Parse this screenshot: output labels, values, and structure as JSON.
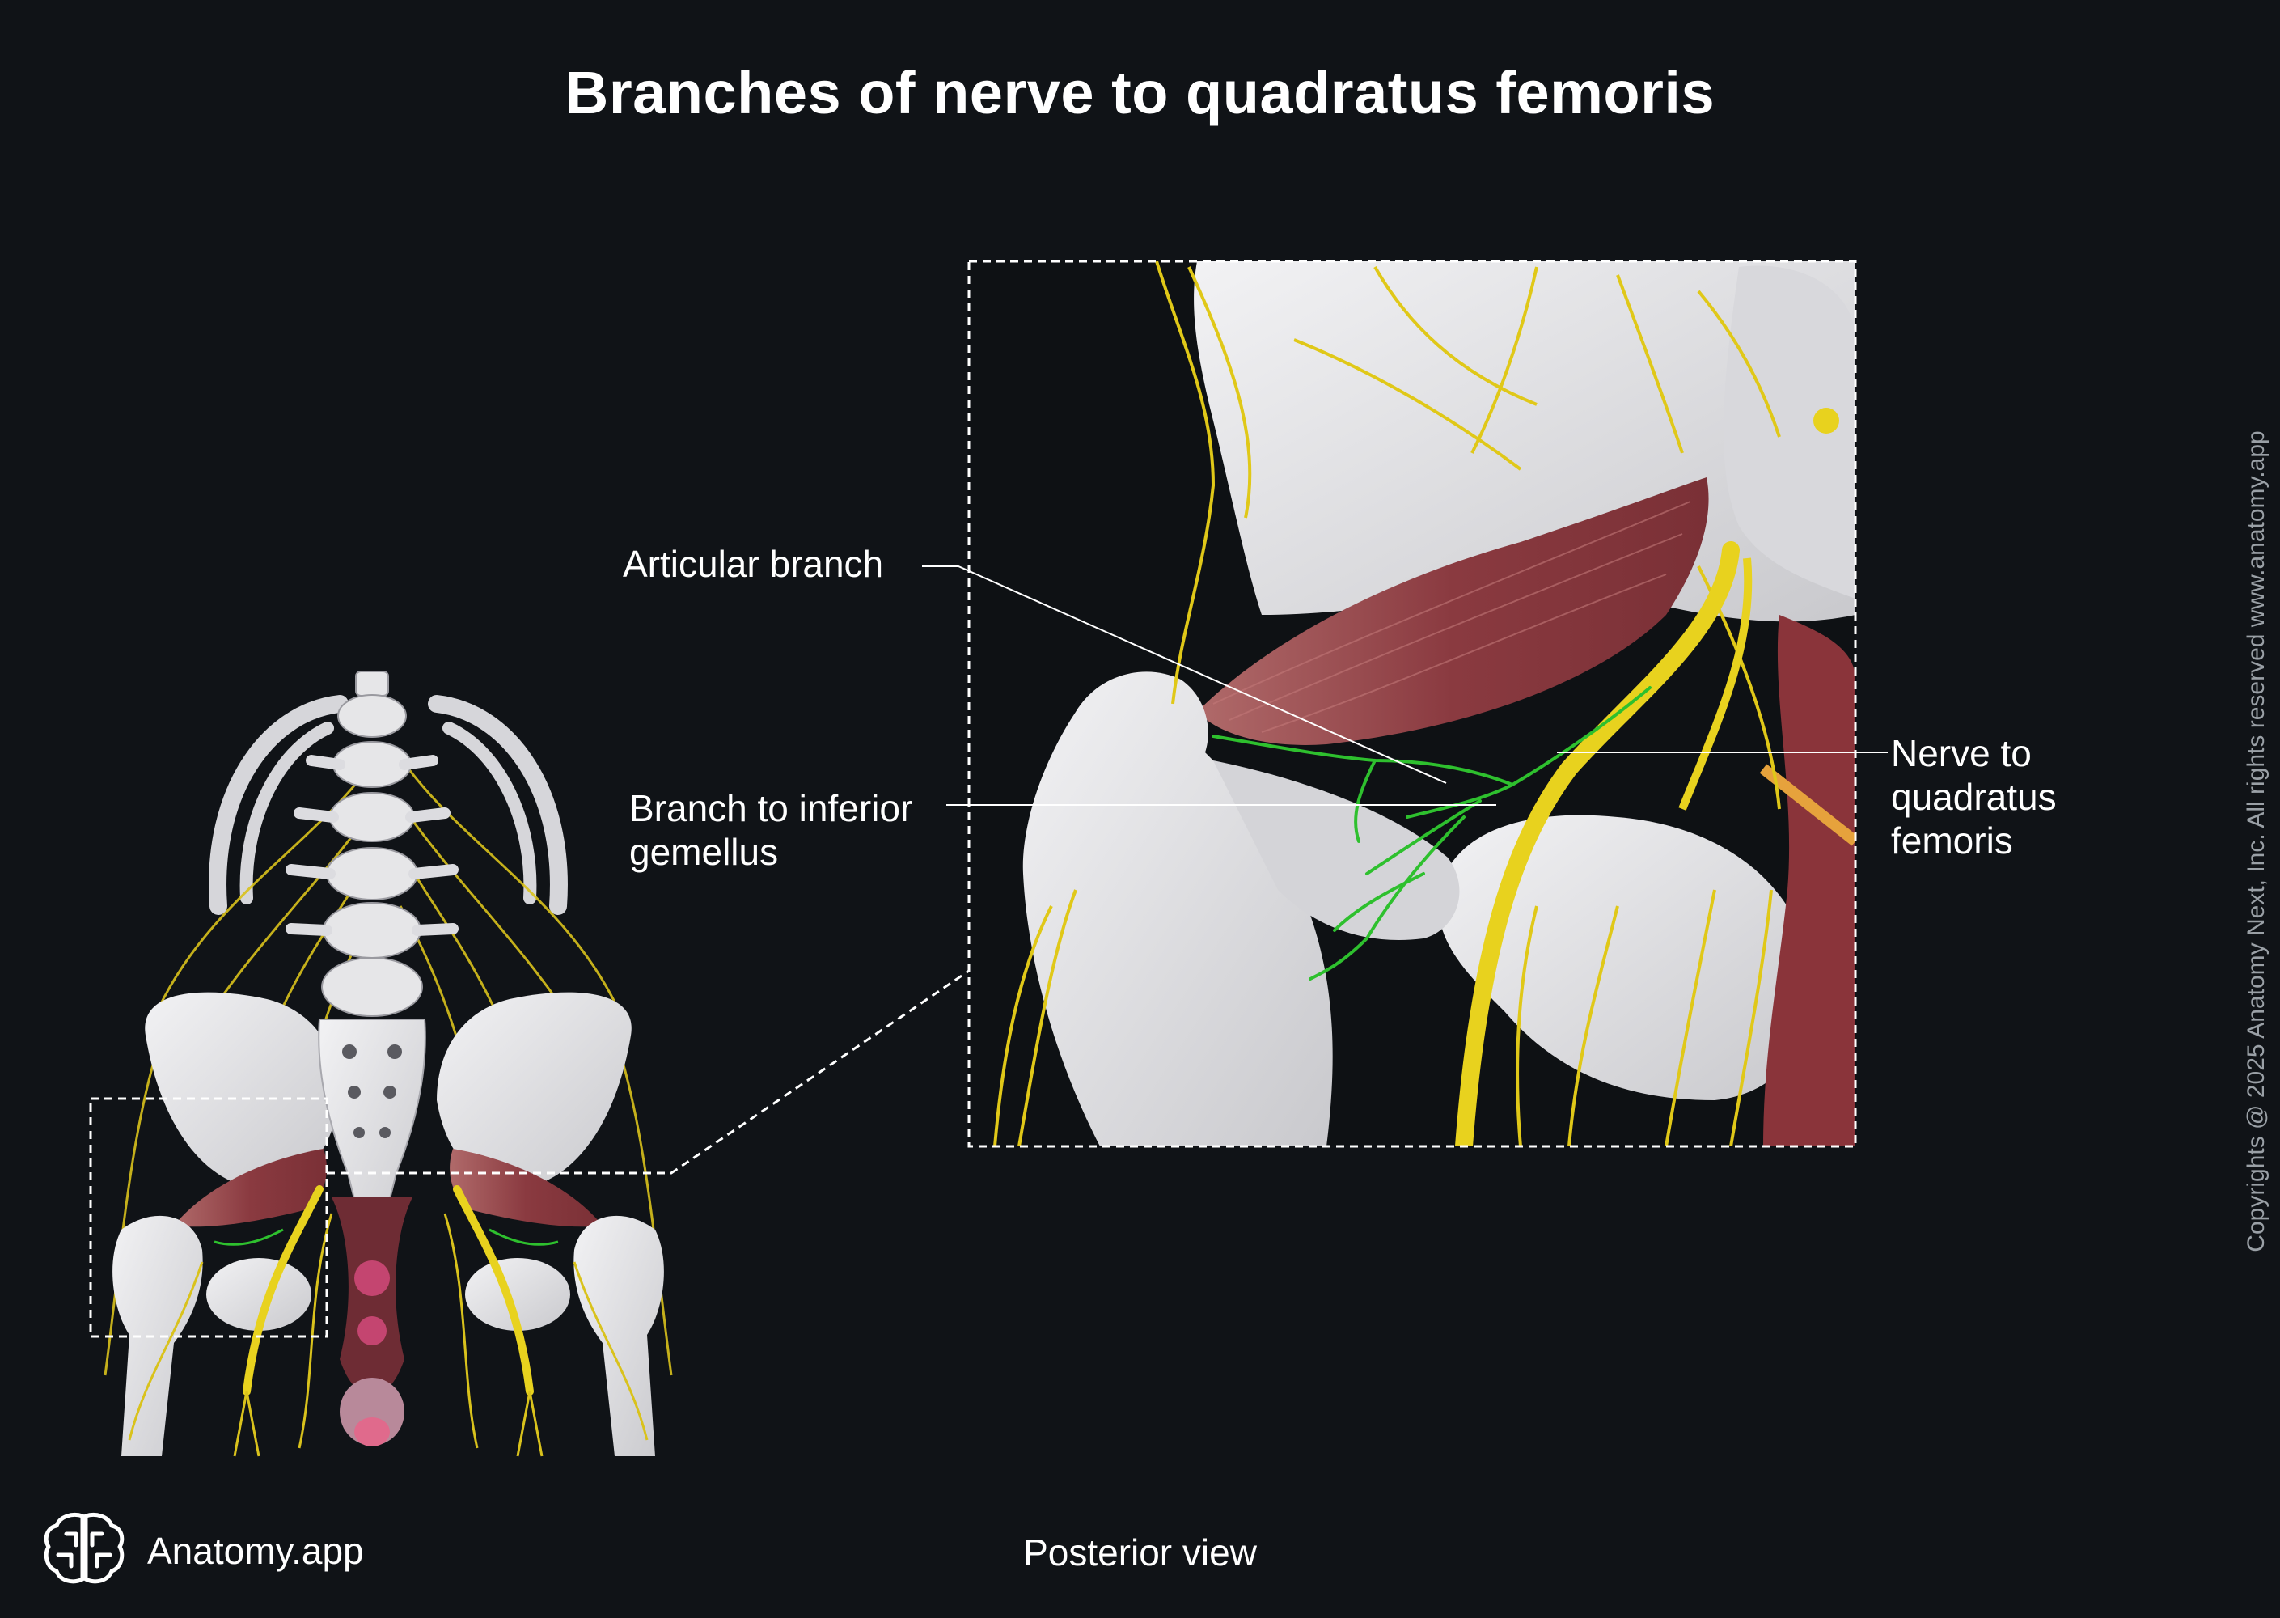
{
  "title": "Branches of nerve to quadratus femoris",
  "labels": {
    "articular_branch": "Articular branch",
    "branch_inferior_gemellus_line1": "Branch to inferior",
    "branch_inferior_gemellus_line2": "gemellus",
    "nerve_line1": "Nerve to",
    "nerve_line2": "quadratus",
    "nerve_line3": "femoris"
  },
  "view_caption": "Posterior view",
  "brand": "Anatomy.app",
  "copyright": "Copyrights @ 2025 Anatomy Next, Inc. All rights reserved www.anatomy.app",
  "colors": {
    "background": "#101317",
    "bone": "#e4e4e6",
    "nerve": "#e8d21e",
    "highlight_nerve": "#2ec02e",
    "muscle": "#8e3c40",
    "text": "#ffffff"
  }
}
